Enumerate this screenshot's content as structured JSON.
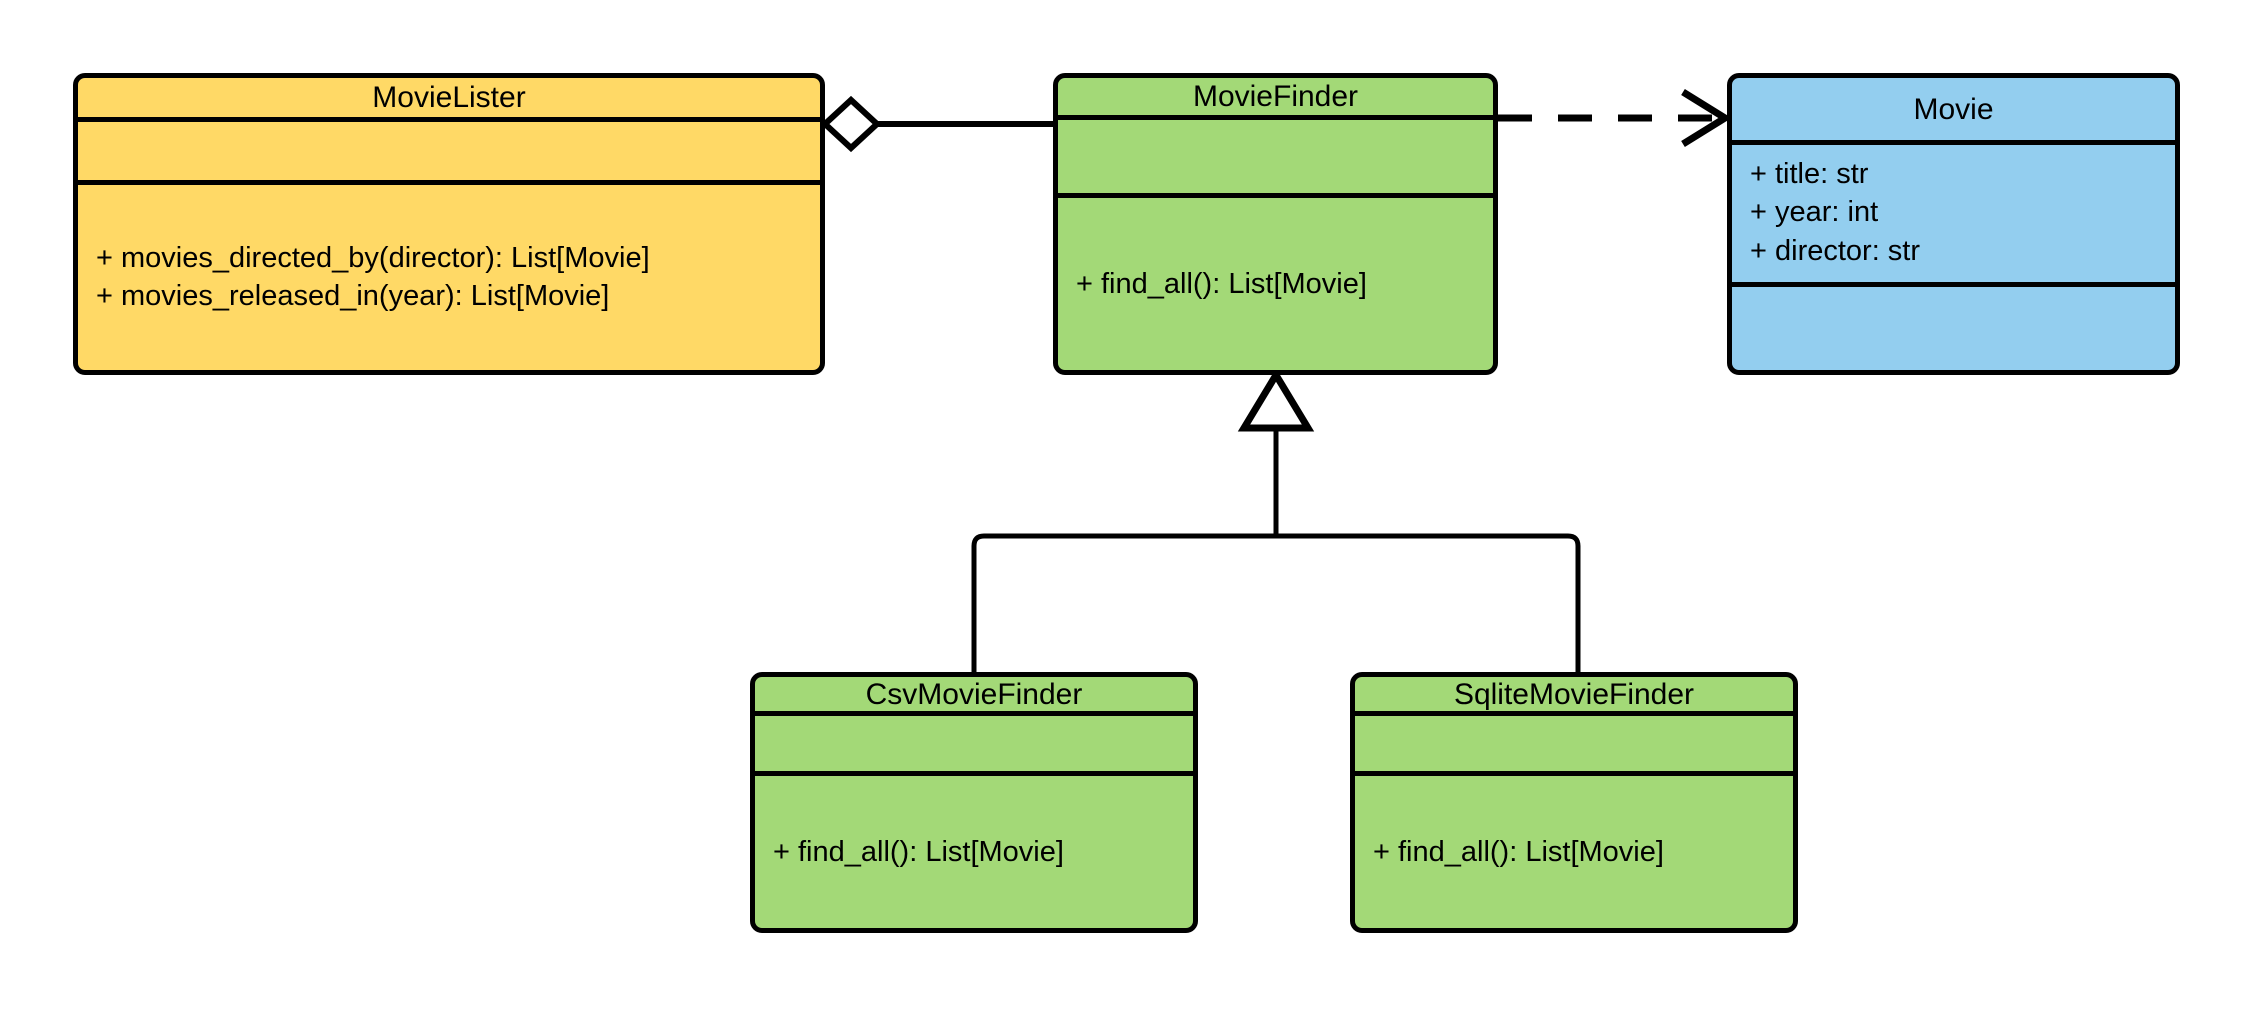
{
  "diagram": {
    "title": "MovieLister dependency injection UML class diagram",
    "background": "#ffffff",
    "line_color": "#000000",
    "colors": {
      "lister_fill": "#ffd966",
      "finder_fill": "#a3d977",
      "movie_fill": "#93ceef",
      "border": "#000000"
    }
  },
  "classes": {
    "movie_lister": {
      "name": "MovieLister",
      "fill": "#ffd966",
      "attributes": [],
      "methods": [
        "+ movies_directed_by(director): List[Movie]",
        "+ movies_released_in(year): List[Movie]"
      ]
    },
    "movie_finder": {
      "name": "MovieFinder",
      "fill": "#a3d977",
      "attributes": [],
      "methods": [
        "+ find_all(): List[Movie]"
      ]
    },
    "movie": {
      "name": "Movie",
      "fill": "#93ceef",
      "attributes": [
        "+ title: str",
        "+ year: int",
        "+ director: str"
      ],
      "methods": []
    },
    "csv_movie_finder": {
      "name": "CsvMovieFinder",
      "fill": "#a3d977",
      "attributes": [],
      "methods": [
        "+ find_all(): List[Movie]"
      ]
    },
    "sqlite_movie_finder": {
      "name": "SqliteMovieFinder",
      "fill": "#a3d977",
      "attributes": [],
      "methods": [
        "+ find_all(): List[Movie]"
      ]
    }
  },
  "relationships": [
    {
      "id": "aggregation",
      "type": "aggregation",
      "from": "MovieLister",
      "to": "MovieFinder",
      "marker": "hollow-diamond",
      "stroke": "solid"
    },
    {
      "id": "dependency",
      "type": "dependency",
      "from": "MovieFinder",
      "to": "Movie",
      "marker": "open-arrow",
      "stroke": "dashed"
    },
    {
      "id": "generalization-csv",
      "type": "generalization",
      "from": "CsvMovieFinder",
      "to": "MovieFinder",
      "marker": "hollow-triangle",
      "stroke": "solid"
    },
    {
      "id": "generalization-sqlite",
      "type": "generalization",
      "from": "SqliteMovieFinder",
      "to": "MovieFinder",
      "marker": "hollow-triangle",
      "stroke": "solid"
    }
  ]
}
